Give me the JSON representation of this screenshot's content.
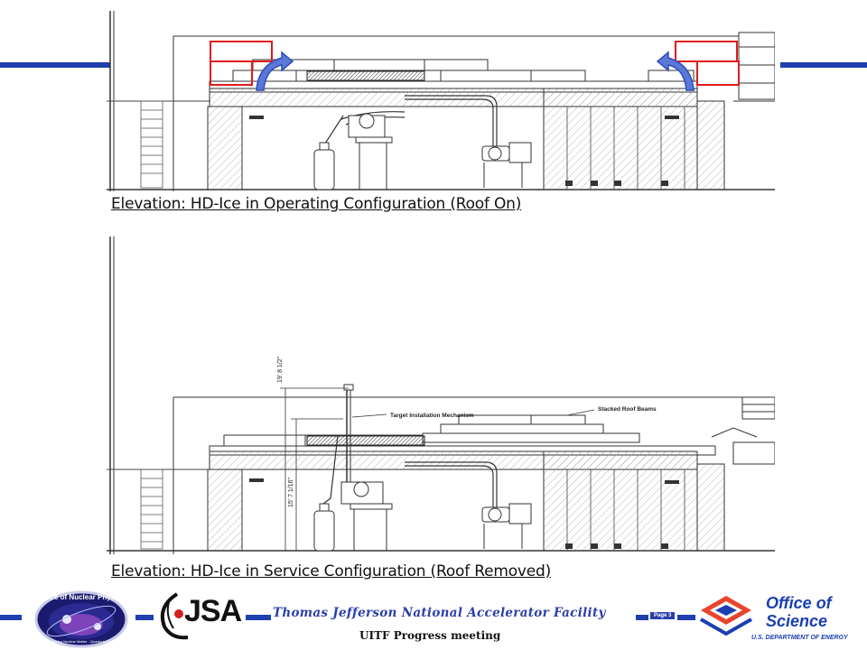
{
  "captions": {
    "top": "Elevation: HD-Ice in Operating Configuration (Roof On)",
    "bottom": "Elevation: HD-Ice in Service Configuration (Roof Removed)"
  },
  "annotations": {
    "target_mechanism": "Target Installation Mechanism",
    "stacked_beams": "Stacked Roof Beams",
    "dim_upper": "19' 8 1/2\"",
    "dim_lower": "15' 7 1/16\""
  },
  "footer": {
    "facility": "Thomas Jefferson National Accelerator Facility",
    "meeting": "UITF Progress meeting",
    "page": "Page 3"
  },
  "logos": {
    "nuclear_physics_text": "Office of Nuclear Physics",
    "nuclear_physics_motto": "Exploring Nuclear Matter - Quarks to Stars",
    "jsa_text": "JSA",
    "science_line1": "Office of",
    "science_line2": "Science",
    "science_line3": "U.S. DEPARTMENT OF ENERGY"
  },
  "colors": {
    "brand_blue": "#1f3fae",
    "highlight_red": "#e01b1b",
    "arrow_blue": "#2f4fb8"
  }
}
